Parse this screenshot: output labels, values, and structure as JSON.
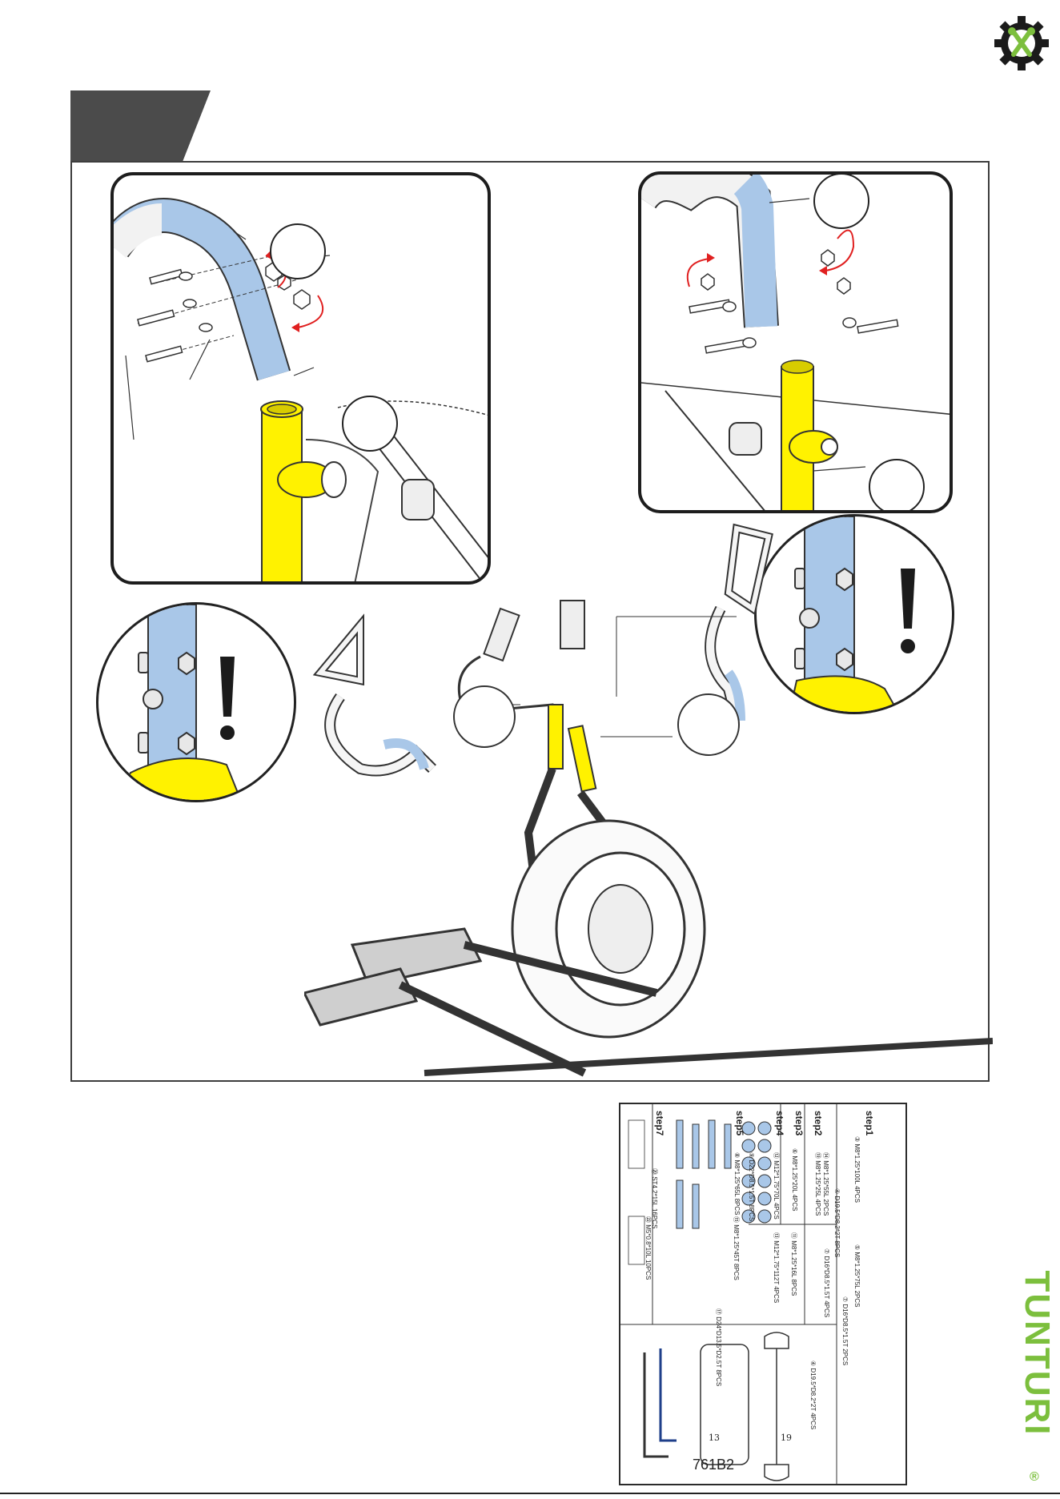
{
  "header": {
    "gear_logo_icon": "gear-wrench-logo-icon"
  },
  "step_tab": {
    "color": "#4b4b4b"
  },
  "colors": {
    "blue_part": "#a9c7e8",
    "yellow_part": "#fff200",
    "arrow_red": "#e02020",
    "brand_green": "#7cbf3d"
  },
  "parts_sheet": {
    "steps": [
      {
        "label": "step1",
        "items": [
          "③ M8*1.25*100L 4PCS",
          "⑤ M8*1.25*75L 2PCS",
          "⑦ D16*D8.5*1.5T 2PCS",
          "④ D19.5*D8.2*2T 8PCS"
        ]
      },
      {
        "label": "step2",
        "items": [
          "⑭ M8*1.25*55L 2PCS",
          "⑲ M8*1.25*25L 4PCS",
          "⑦ D16*D8.5*1.5T 4PCS",
          "④ D19.5*D8.2*2T 4PCS"
        ]
      },
      {
        "label": "step3",
        "items": [
          "⑥ M8*1.25*20L 4PCS",
          "⑪ M8*1.25*16L 8PCS"
        ]
      },
      {
        "label": "step4",
        "items": [
          "⑫ M12*1.75*70L 4PCS",
          "⑬ M12*1.75*112T 4PCS"
        ]
      },
      {
        "label": "step5",
        "items": [
          "⑧ M8*1.25*65L 8PCS",
          "⑮ M8*1.25*45T 8PCS",
          "⑨ D22*D8.5*1.5T 8PCS",
          "⑰ D24*D13.5*D2.5T 8PCS"
        ]
      },
      {
        "label": "step7",
        "items": [
          "⑳ ST4.2*15L 16PCS",
          "㉒ M5*0.8*10L 10PCS"
        ]
      }
    ],
    "model": "761B2",
    "wrench_sizes": [
      "13",
      "19"
    ]
  },
  "brand": {
    "name": "TUNTURI",
    "registered": "®"
  }
}
